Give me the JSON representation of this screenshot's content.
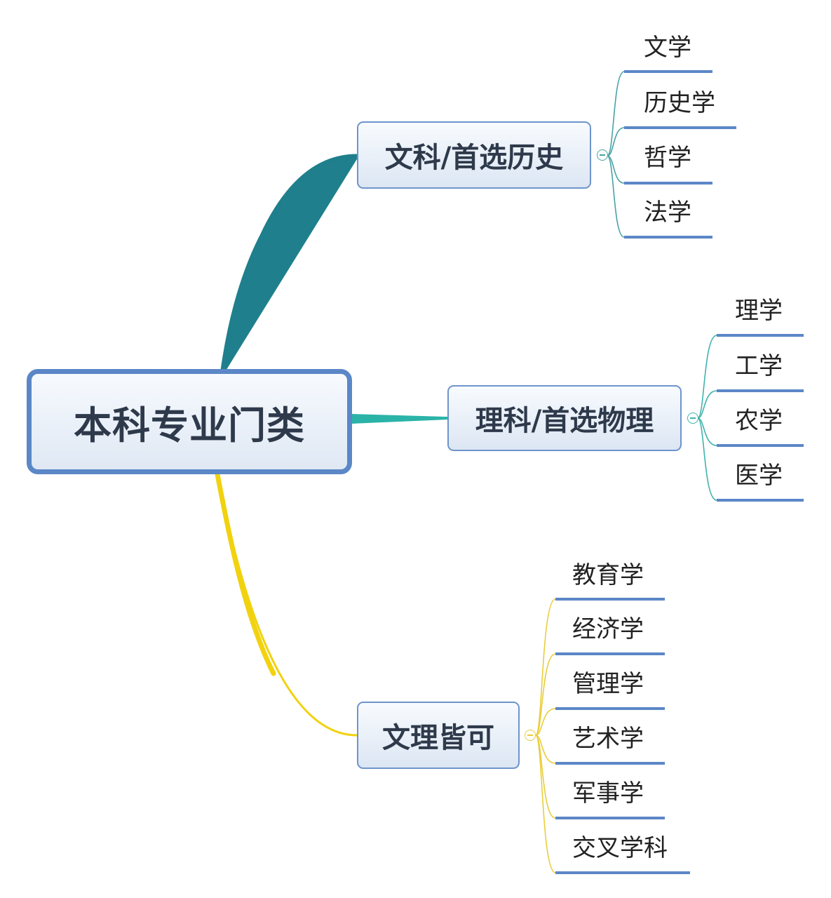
{
  "root": {
    "label": "本科专业门类"
  },
  "branches": [
    {
      "label": "文科/首选历史",
      "leaves": [
        "文学",
        "历史学",
        "哲学",
        "法学"
      ]
    },
    {
      "label": "理科/首选物理",
      "leaves": [
        "理学",
        "工学",
        "农学",
        "医学"
      ]
    },
    {
      "label": "文理皆可",
      "leaves": [
        "教育学",
        "经济学",
        "管理学",
        "艺术学",
        "军事学",
        "交叉学科"
      ]
    }
  ],
  "colors": {
    "root_border": "#5b87c7",
    "node_border": "#6e94cc",
    "underline": "#5b87c7",
    "branch_liberal_arts": "#1f7f8c",
    "branch_science": "#2bb3a8",
    "branch_both": "#f1d20f"
  }
}
